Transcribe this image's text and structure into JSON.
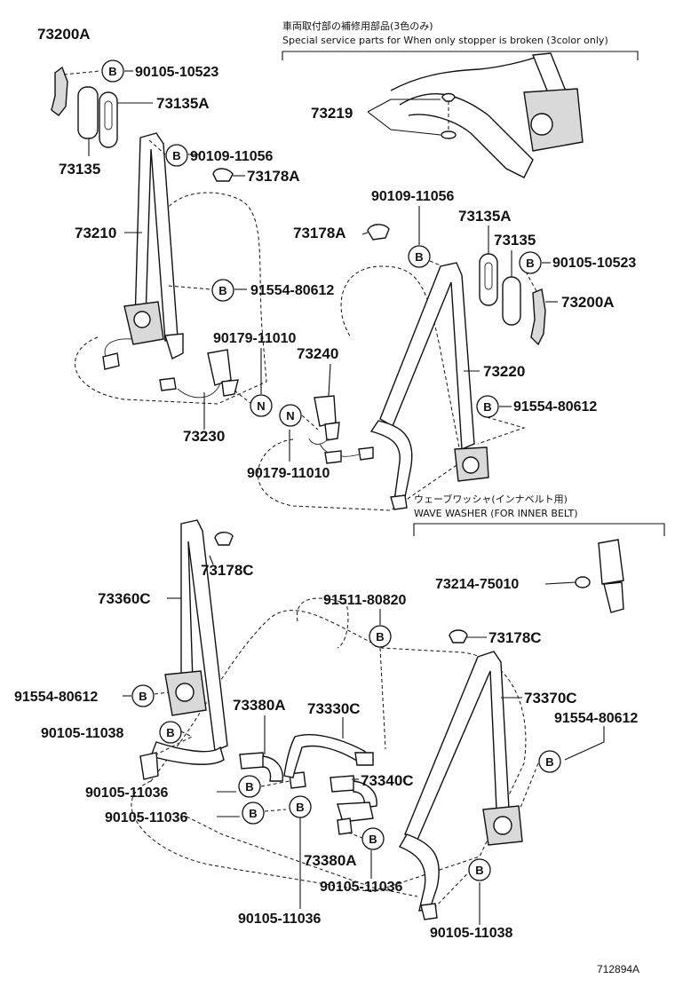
{
  "notes": {
    "special_service_jp": "車両取付部の補修用部品(3色のみ)",
    "special_service_en": "Special service parts for When only stopper is broken (3color only)",
    "wave_washer_jp": "ウェーブワッシャ(インナベルト用)",
    "wave_washer_en": "WAVE WASHER (FOR INNER BELT)"
  },
  "labels": {
    "p73200A_a": "73200A",
    "p90105_10523_a": "90105-10523",
    "p73135A_a": "73135A",
    "p73135_a": "73135",
    "p90109_11056_a": "90109-11056",
    "p73178A_a": "73178A",
    "p73210": "73210",
    "p91554_80612_a": "91554-80612",
    "p90179_11010_a": "90179-11010",
    "p73230": "73230",
    "p73219": "73219",
    "p90109_11056_b": "90109-11056",
    "p73178A_b": "73178A",
    "p73135A_b": "73135A",
    "p73135_b": "73135",
    "p90105_10523_b": "90105-10523",
    "p73200A_b": "73200A",
    "p73240": "73240",
    "p73220": "73220",
    "p91554_80612_b": "91554-80612",
    "p90179_11010_b": "90179-11010",
    "p73178C_a": "73178C",
    "p73214_75010": "73214-75010",
    "p73360C": "73360C",
    "p91511_80820": "91511-80820",
    "p73178C_b": "73178C",
    "p91554_80612_c": "91554-80612",
    "p73380A_a": "73380A",
    "p73330C": "73330C",
    "p73370C": "73370C",
    "p90105_11038_a": "90105-11038",
    "p91554_80612_d": "91554-80612",
    "p73340C": "73340C",
    "p90105_11036_a": "90105-11036",
    "p90105_11036_b": "90105-11036",
    "p73380A_b": "73380A",
    "p90105_11036_c": "90105-11036",
    "p90105_11036_d": "90105-11036",
    "p90105_11038_b": "90105-11038"
  },
  "markers": {
    "bolt": "B",
    "nut": "N"
  },
  "figure_ref": "712894A"
}
